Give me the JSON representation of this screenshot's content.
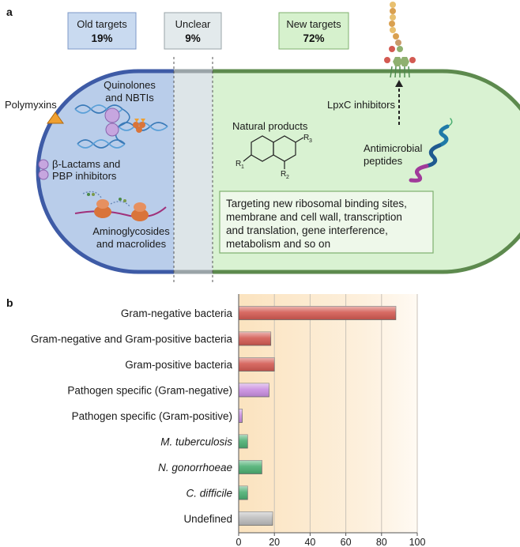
{
  "panel_a": {
    "label": "a",
    "categories": [
      {
        "name": "Old targets",
        "value": "19%"
      },
      {
        "name": "Unclear",
        "value": "9%"
      },
      {
        "name": "New targets",
        "value": "72%"
      }
    ],
    "labels": {
      "polymyxins": "Polymyxins",
      "quinolones1": "Quinolones",
      "quinolones2": "and NBTIs",
      "betalactams1": "β-Lactams and",
      "betalactams2": "PBP inhibitors",
      "amino1": "Aminoglycosides",
      "amino2": "and macrolides",
      "natural": "Natural products",
      "lpxc": "LpxC inhibitors",
      "amp1": "Antimicrobial",
      "amp2": "peptides",
      "r1": "R",
      "r2": "R",
      "r3": "R",
      "r1sub": "1",
      "r2sub": "2",
      "r3sub": "3"
    },
    "new_targets_box": [
      "Targeting new ribosomal binding sites,",
      "membrane and cell wall, transcription",
      "and translation, gene interference,",
      "metabolism and so on"
    ]
  },
  "chart_data": {
    "type": "bar",
    "panel_label": "b",
    "orientation": "horizontal",
    "categories": [
      "Gram-negative bacteria",
      "Gram-negative and Gram-positive bacteria",
      "Gram-positive bacteria",
      "Pathogen specific (Gram-negative)",
      "Pathogen specific (Gram-positive)",
      "M. tuberculosis",
      "N. gonorrhoeae",
      "C. difficile",
      "Undefined"
    ],
    "italic": [
      false,
      false,
      false,
      false,
      false,
      true,
      true,
      true,
      false
    ],
    "values": [
      88,
      18,
      20,
      17,
      2,
      5,
      13,
      5,
      19
    ],
    "colors": [
      "#d35a52",
      "#d35a52",
      "#d35a52",
      "#c98ee0",
      "#c98ee0",
      "#4caf72",
      "#4caf72",
      "#4caf72",
      "#bdbdbd"
    ],
    "xlim": [
      0,
      100
    ],
    "xticks": [
      0,
      20,
      40,
      60,
      80,
      100
    ],
    "grid": true,
    "xlabel": "",
    "ylabel": ""
  }
}
